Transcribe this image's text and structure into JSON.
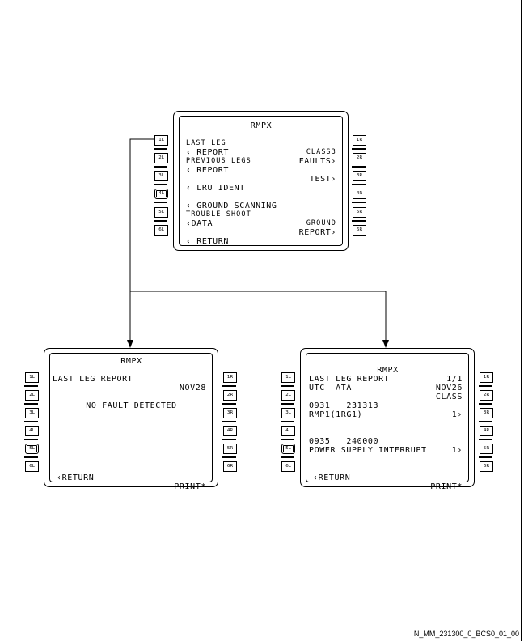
{
  "top_screen": {
    "title": "RMPX",
    "rows": {
      "r1_left": "LAST LEG",
      "r1_right": "CLASS3",
      "r2_left": "‹ REPORT",
      "r2_right": "FAULTS›",
      "r3_left": "PREVIOUS LEGS",
      "r4_left": "‹ REPORT",
      "r4_right": "TEST›",
      "r5_left": "‹ LRU IDENT",
      "r6_left": "‹ GROUND SCANNING",
      "r7_left": "TROUBLE SHOOT",
      "r7_right": "GROUND",
      "r8_left": "‹DATA",
      "r8_right": "REPORT›",
      "r9_left": "‹ RETURN"
    }
  },
  "left_screen": {
    "title": "RMPX",
    "header_left": "LAST LEG REPORT",
    "header_right": "NOV28",
    "message": "NO FAULT DETECTED",
    "return": "‹RETURN",
    "print": "PRINT*"
  },
  "right_screen": {
    "title": "RMPX",
    "page": "1/1",
    "header_left": "LAST LEG REPORT",
    "header_right": "NOV26",
    "col_left": "UTC  ATA",
    "col_right": "CLASS",
    "entry1_time_ata": "0931   231313",
    "entry1_class": "1›",
    "entry1_desc": "RMP1(1RG1)",
    "entry2_time_ata": "0935   240000",
    "entry2_class": "1›",
    "entry2_desc": "POWER SUPPLY INTERRUPT",
    "return": "‹RETURN",
    "print": "PRINT*"
  },
  "keys": {
    "left": [
      "1L",
      "2L",
      "3L",
      "4L",
      "5L",
      "6L"
    ],
    "right": [
      "1R",
      "2R",
      "3R",
      "4R",
      "5R",
      "6R"
    ]
  },
  "footer_ref": "N_MM_231300_0_BCS0_01_00"
}
